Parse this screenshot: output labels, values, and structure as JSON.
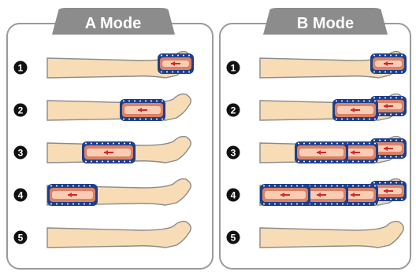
{
  "panels": [
    {
      "title": "A Mode",
      "steps": [
        {
          "number": "1",
          "cuff": "foot"
        },
        {
          "number": "2",
          "cuff": "calf"
        },
        {
          "number": "3",
          "cuff": "knee"
        },
        {
          "number": "4",
          "cuff": "thigh"
        },
        {
          "number": "5",
          "cuff": "none"
        }
      ]
    },
    {
      "title": "B Mode",
      "steps": [
        {
          "number": "1",
          "cuff": "foot"
        },
        {
          "number": "2",
          "cuff": "foot+calf"
        },
        {
          "number": "3",
          "cuff": "foot+calf+knee"
        },
        {
          "number": "4",
          "cuff": "foot+calf+knee+thigh"
        },
        {
          "number": "5",
          "cuff": "none"
        }
      ]
    }
  ],
  "colors": {
    "panel_border": "#9a9a9a",
    "title_badge": "#8c8c8c",
    "skin": "#f7dcb5",
    "skin_outline": "#8b8b8b",
    "cuff_dark": "#1d3f8c",
    "cuff_inner": "#f08a60",
    "cuff_glow": "#ffe0c8",
    "arrow": "#d9252a",
    "number_bg": "#111111"
  }
}
